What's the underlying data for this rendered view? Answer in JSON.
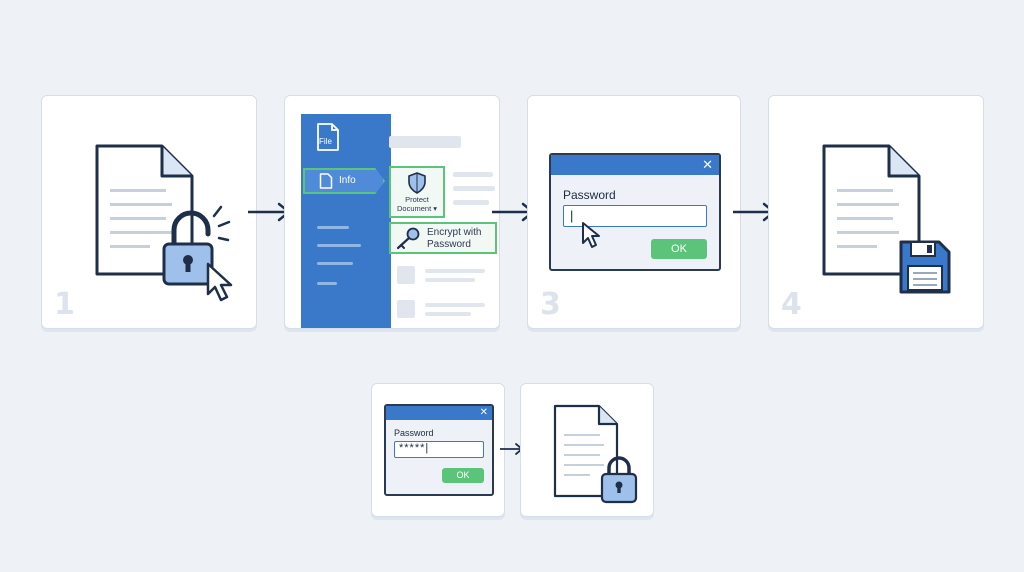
{
  "steps": [
    {
      "number": "1"
    },
    {
      "number": "2",
      "sidebar": {
        "file_label": "File",
        "info_label": "Info"
      },
      "protect_button": {
        "line1": "Protect",
        "line2": "Document ▾"
      },
      "encrypt_item": {
        "line1": "Encrypt with",
        "line2": "Password"
      }
    },
    {
      "number": "3",
      "dialog": {
        "close": "✕",
        "label": "Password",
        "field_value": "|",
        "ok_label": "OK"
      }
    },
    {
      "number": "4"
    }
  ],
  "result": {
    "dialog": {
      "close": "✕",
      "label": "Password",
      "field_value": "*****|",
      "ok_label": "OK"
    }
  },
  "colors": {
    "accent_blue": "#3a78c9",
    "ok_green": "#5cc37a",
    "outline": "#1f2f4a",
    "background": "#eef2f7"
  },
  "icons": [
    "document-icon",
    "unlocked-padlock-icon",
    "cursor-icon",
    "shield-icon",
    "key-icon",
    "floppy-disk-icon",
    "locked-padlock-icon",
    "arrow-right-icon"
  ]
}
